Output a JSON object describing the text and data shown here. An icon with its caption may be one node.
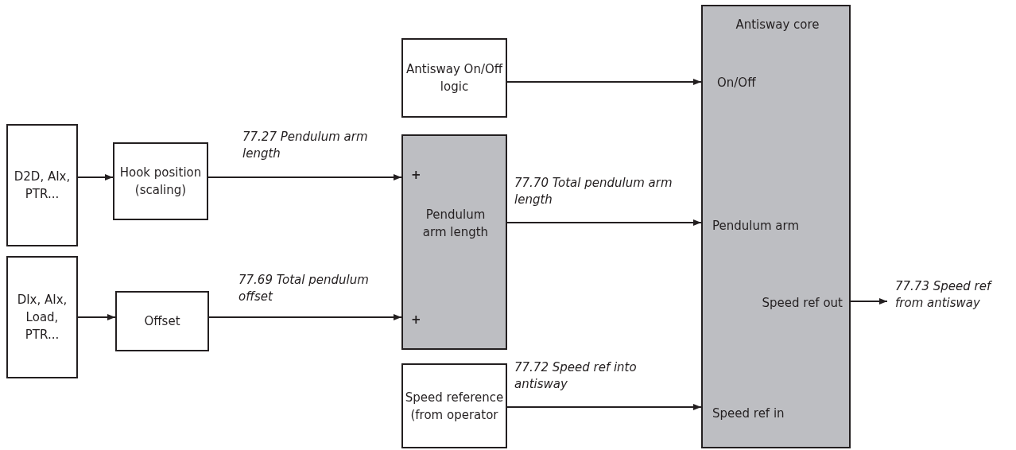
{
  "diagram": {
    "nodes": [
      {
        "text": [
          "D2D, AIx, PTR..."
        ]
      },
      {
        "text": [
          "Hook position (scaling)"
        ]
      },
      {
        "text": [
          "DIx, AIx, Load, PTR..."
        ]
      },
      {
        "text": [
          "Offset"
        ]
      },
      {
        "text": [
          "Antisway On/Off logic"
        ]
      },
      {
        "text": [
          "+",
          "Pendulum arm length",
          "+"
        ]
      },
      {
        "text": [
          "Speed reference (from operator"
        ]
      },
      {
        "text": [
          "Antisway core",
          "On/Off",
          "Pendulum arm",
          "Speed ref out",
          "Speed ref in"
        ]
      }
    ],
    "edges": [
      {
        "from": 0,
        "to": 1,
        "arrow": "to"
      },
      {
        "from": 1,
        "to": 5,
        "arrow": "to",
        "label": "77.27 Pendulum arm length"
      },
      {
        "from": 2,
        "to": 3,
        "arrow": "to"
      },
      {
        "from": 3,
        "to": 5,
        "arrow": "to",
        "label": "77.69 Total pendulum offset"
      },
      {
        "from": 4,
        "to": 7,
        "arrow": "to"
      },
      {
        "from": 5,
        "to": 7,
        "arrow": "to",
        "label": "77.70 Total pendulum arm length"
      },
      {
        "from": 6,
        "to": 7,
        "arrow": "to",
        "label": "77.72 Speed ref into antisway"
      },
      {
        "from": 7,
        "to": null,
        "arrow": "to",
        "label": "77.73 Speed ref from antisway"
      }
    ]
  }
}
